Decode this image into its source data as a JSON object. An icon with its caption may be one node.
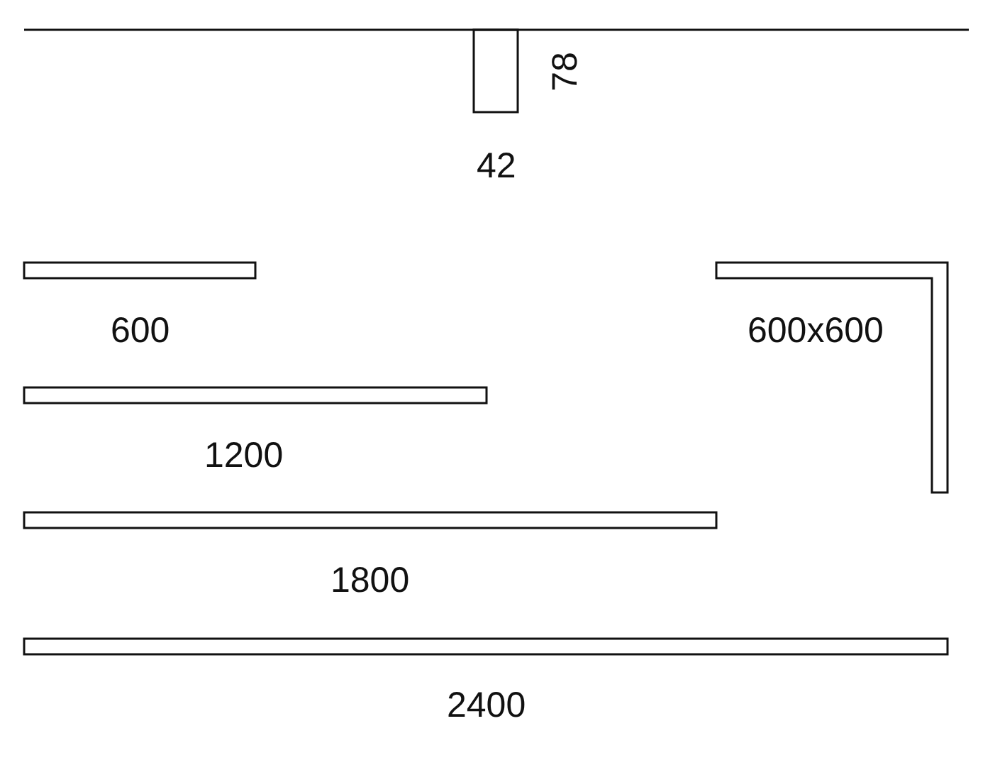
{
  "diagram": {
    "labels": [
      "78",
      "42",
      "600",
      "600x600",
      "1200",
      "1800",
      "2400"
    ]
  }
}
